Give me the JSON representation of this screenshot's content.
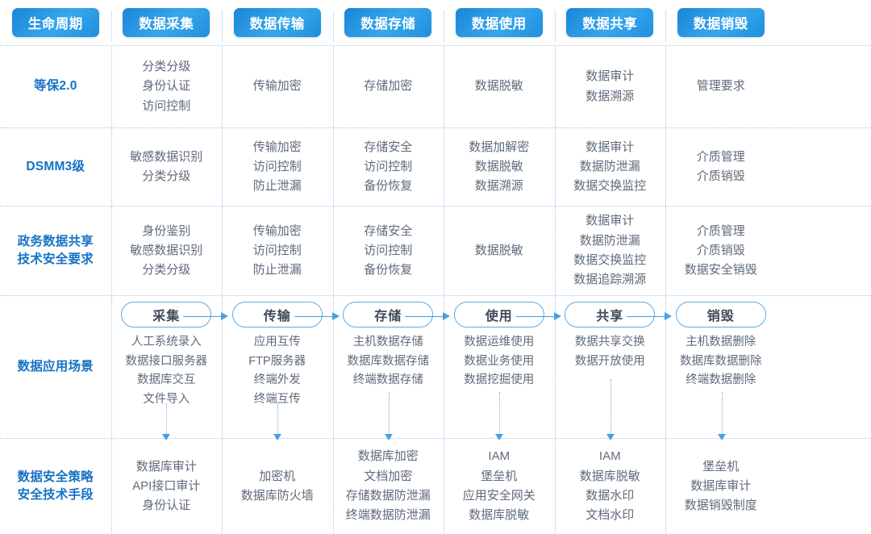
{
  "header": {
    "columns": [
      {
        "label": "生命周期"
      },
      {
        "label": "数据采集"
      },
      {
        "label": "数据传输"
      },
      {
        "label": "数据存储"
      },
      {
        "label": "数据使用"
      },
      {
        "label": "数据共享"
      },
      {
        "label": "数据销毁"
      }
    ]
  },
  "colors": {
    "header_pill_from": "#1a86d8",
    "header_pill_to": "#37a7ec",
    "row_label": "#1572c4",
    "body_text": "#5f6b7a",
    "divider": "#a9c9ea",
    "arrow": "#4a9fe0",
    "pill_outline_border": "#5aa9e6",
    "pill_outline_text": "#3e4a58",
    "background": "#ffffff"
  },
  "rows": [
    {
      "label": "等保2.0",
      "cells": [
        [
          "分类分级",
          "身份认证",
          "访问控制"
        ],
        [
          "传输加密"
        ],
        [
          "存储加密"
        ],
        [
          "数据脱敏"
        ],
        [
          "数据审计",
          "数据溯源"
        ],
        [
          "管理要求"
        ]
      ]
    },
    {
      "label": "DSMM3级",
      "cells": [
        [
          "敏感数据识别",
          "分类分级"
        ],
        [
          "传输加密",
          "访问控制",
          "防止泄漏"
        ],
        [
          "存储安全",
          "访问控制",
          "备份恢复"
        ],
        [
          "数据加解密",
          "数据脱敏",
          "数据溯源"
        ],
        [
          "数据审计",
          "数据防泄漏",
          "数据交换监控"
        ],
        [
          "介质管理",
          "介质销毁"
        ]
      ]
    },
    {
      "label": "政务数据共享\n技术安全要求",
      "label_lines": [
        "政务数据共享",
        "技术安全要求"
      ],
      "cells": [
        [
          "身份鉴别",
          "敏感数据识别",
          "分类分级"
        ],
        [
          "传输加密",
          "访问控制",
          "防止泄漏"
        ],
        [
          "存储安全",
          "访问控制",
          "备份恢复"
        ],
        [
          "数据脱敏"
        ],
        [
          "数据审计",
          "数据防泄漏",
          "数据交换监控",
          "数据追踪溯源"
        ],
        [
          "介质管理",
          "介质销毁",
          "数据安全销毁"
        ]
      ]
    }
  ],
  "scene_row": {
    "label": "数据应用场景",
    "stages": [
      {
        "pill": "采集",
        "items": [
          "人工系统录入",
          "数据接口服务器",
          "数据库交互",
          "文件导入"
        ]
      },
      {
        "pill": "传输",
        "items": [
          "应用互传",
          "FTP服务器",
          "终端外发",
          "终端互传"
        ]
      },
      {
        "pill": "存储",
        "items": [
          "主机数据存储",
          "数据库数据存储",
          "终端数据存储"
        ]
      },
      {
        "pill": "使用",
        "items": [
          "数据运维使用",
          "数据业务使用",
          "数据挖掘使用"
        ]
      },
      {
        "pill": "共享",
        "items": [
          "数据共享交换",
          "数据开放使用"
        ]
      },
      {
        "pill": "销毁",
        "items": [
          "主机数据删除",
          "数据库数据删除",
          "终端数据删除"
        ]
      }
    ]
  },
  "strategy_row": {
    "label_lines": [
      "数据安全策略",
      "安全技术手段"
    ],
    "cells": [
      [
        "数据库审计",
        "API接口审计",
        "身份认证"
      ],
      [
        "加密机",
        "数据库防火墙"
      ],
      [
        "数据库加密",
        "文档加密",
        "存储数据防泄漏",
        "终端数据防泄漏"
      ],
      [
        "IAM",
        "堡垒机",
        "应用安全网关",
        "数据库脱敏"
      ],
      [
        "IAM",
        "数据库脱敏",
        "数据水印",
        "文档水印"
      ],
      [
        "堡垒机",
        "数据库审计",
        "数据销毁制度"
      ]
    ]
  }
}
